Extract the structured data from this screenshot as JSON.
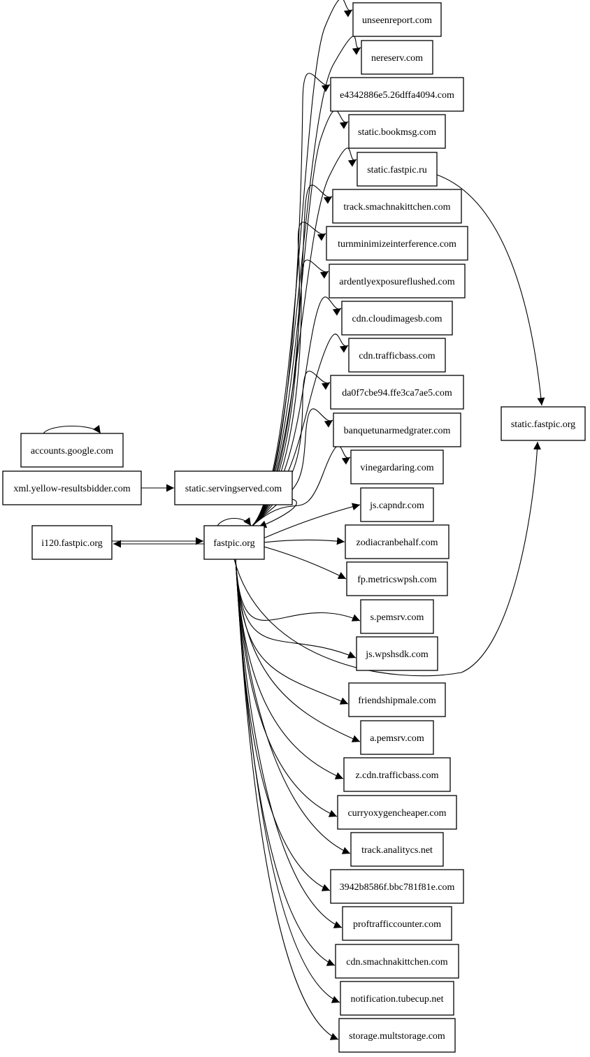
{
  "graph": {
    "nodes": [
      {
        "id": "unseenreport",
        "label": "unseenreport.com"
      },
      {
        "id": "nereserv",
        "label": "nereserv.com"
      },
      {
        "id": "e4342886e5",
        "label": "e4342886e5.26dffa4094.com"
      },
      {
        "id": "static_bookmsg",
        "label": "static.bookmsg.com"
      },
      {
        "id": "static_fastpic_ru",
        "label": "static.fastpic.ru"
      },
      {
        "id": "track_smachna",
        "label": "track.smachnakittchen.com"
      },
      {
        "id": "turnminimize",
        "label": "turnminimizeinterference.com"
      },
      {
        "id": "ardently",
        "label": "ardentlyexposureflushed.com"
      },
      {
        "id": "cdn_cloudimagesb",
        "label": "cdn.cloudimagesb.com"
      },
      {
        "id": "cdn_trafficbass",
        "label": "cdn.trafficbass.com"
      },
      {
        "id": "da0f7cbe94",
        "label": "da0f7cbe94.ffe3ca7ae5.com"
      },
      {
        "id": "banquet",
        "label": "banquetunarmedgrater.com"
      },
      {
        "id": "vinegardaring",
        "label": "vinegardaring.com"
      },
      {
        "id": "js_capndr",
        "label": "js.capndr.com"
      },
      {
        "id": "zodiacran",
        "label": "zodiacranbehalf.com"
      },
      {
        "id": "fp_metrics",
        "label": "fp.metricswpsh.com"
      },
      {
        "id": "s_pemsrv",
        "label": "s.pemsrv.com"
      },
      {
        "id": "js_wpshsdk",
        "label": "js.wpshsdk.com"
      },
      {
        "id": "friendshipmale",
        "label": "friendshipmale.com"
      },
      {
        "id": "a_pemsrv",
        "label": "a.pemsrv.com"
      },
      {
        "id": "z_cdn_trafficbass",
        "label": "z.cdn.trafficbass.com"
      },
      {
        "id": "curryoxygen",
        "label": "curryoxygencheaper.com"
      },
      {
        "id": "track_analitycs",
        "label": "track.analitycs.net"
      },
      {
        "id": "h3942b8586f",
        "label": "3942b8586f.bbc781f81e.com"
      },
      {
        "id": "proftraffic",
        "label": "proftrafficcounter.com"
      },
      {
        "id": "cdn_smachna",
        "label": "cdn.smachnakittchen.com"
      },
      {
        "id": "notification_tubecup",
        "label": "notification.tubecup.net"
      },
      {
        "id": "storage_mult",
        "label": "storage.multstorage.com"
      },
      {
        "id": "static_fastpic_org",
        "label": "static.fastpic.org"
      },
      {
        "id": "accounts_google",
        "label": "accounts.google.com"
      },
      {
        "id": "xml_yellow",
        "label": "xml.yellow-resultsbidder.com"
      },
      {
        "id": "static_servingserved",
        "label": "static.servingserved.com"
      },
      {
        "id": "i120_fastpic",
        "label": "i120.fastpic.org"
      },
      {
        "id": "fastpic_org",
        "label": "fastpic.org"
      }
    ],
    "edges": [
      {
        "from": "accounts_google",
        "to": "accounts_google"
      },
      {
        "from": "fastpic_org",
        "to": "fastpic_org"
      },
      {
        "from": "xml_yellow",
        "to": "static_servingserved"
      },
      {
        "from": "static_servingserved",
        "to": "fastpic_org"
      },
      {
        "from": "i120_fastpic",
        "to": "fastpic_org"
      },
      {
        "from": "fastpic_org",
        "to": "i120_fastpic"
      },
      {
        "from": "fastpic_org",
        "to": "unseenreport"
      },
      {
        "from": "fastpic_org",
        "to": "nereserv"
      },
      {
        "from": "fastpic_org",
        "to": "e4342886e5"
      },
      {
        "from": "fastpic_org",
        "to": "static_bookmsg"
      },
      {
        "from": "fastpic_org",
        "to": "static_fastpic_ru"
      },
      {
        "from": "fastpic_org",
        "to": "track_smachna"
      },
      {
        "from": "fastpic_org",
        "to": "turnminimize"
      },
      {
        "from": "fastpic_org",
        "to": "ardently"
      },
      {
        "from": "fastpic_org",
        "to": "cdn_cloudimagesb"
      },
      {
        "from": "fastpic_org",
        "to": "cdn_trafficbass"
      },
      {
        "from": "fastpic_org",
        "to": "da0f7cbe94"
      },
      {
        "from": "fastpic_org",
        "to": "banquet"
      },
      {
        "from": "fastpic_org",
        "to": "vinegardaring"
      },
      {
        "from": "fastpic_org",
        "to": "js_capndr"
      },
      {
        "from": "fastpic_org",
        "to": "zodiacran"
      },
      {
        "from": "fastpic_org",
        "to": "fp_metrics"
      },
      {
        "from": "fastpic_org",
        "to": "s_pemsrv"
      },
      {
        "from": "fastpic_org",
        "to": "js_wpshsdk"
      },
      {
        "from": "fastpic_org",
        "to": "static_fastpic_org"
      },
      {
        "from": "fastpic_org",
        "to": "friendshipmale"
      },
      {
        "from": "fastpic_org",
        "to": "a_pemsrv"
      },
      {
        "from": "fastpic_org",
        "to": "z_cdn_trafficbass"
      },
      {
        "from": "fastpic_org",
        "to": "curryoxygen"
      },
      {
        "from": "fastpic_org",
        "to": "track_analitycs"
      },
      {
        "from": "fastpic_org",
        "to": "h3942b8586f"
      },
      {
        "from": "fastpic_org",
        "to": "proftraffic"
      },
      {
        "from": "fastpic_org",
        "to": "cdn_smachna"
      },
      {
        "from": "fastpic_org",
        "to": "notification_tubecup"
      },
      {
        "from": "fastpic_org",
        "to": "storage_mult"
      },
      {
        "from": "static_fastpic_ru",
        "to": "static_fastpic_org"
      }
    ]
  }
}
